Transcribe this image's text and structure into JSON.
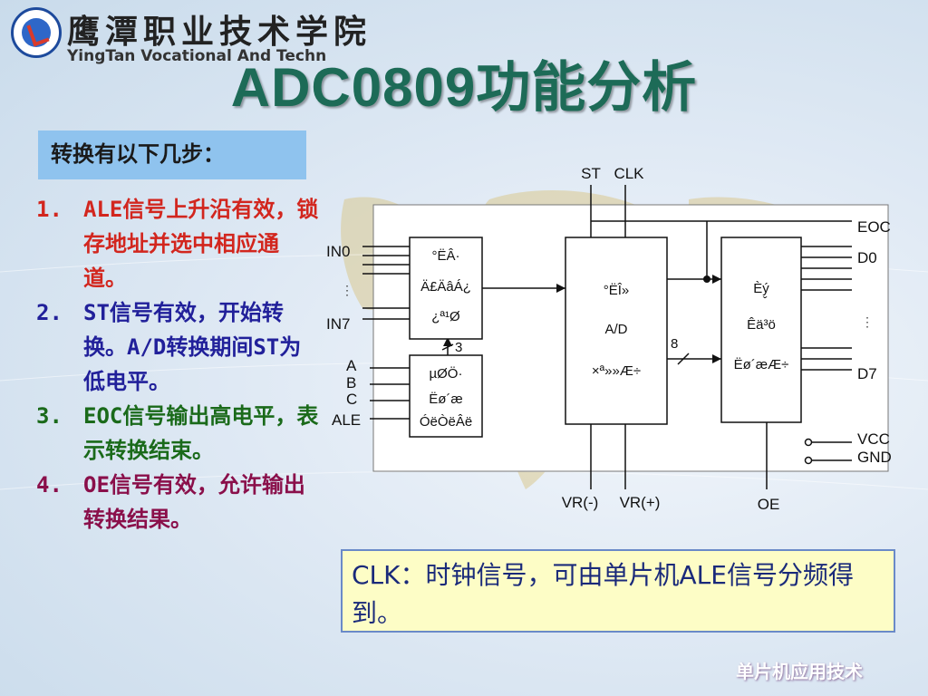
{
  "header": {
    "college_cn": "鹰潭职业技术学院",
    "college_en": "YingTan Vocational And Techn",
    "title": "ADC0809功能分析"
  },
  "steps": {
    "heading": "转换有以下几步：",
    "items": [
      {
        "num": "1.",
        "text": "ALE信号上升沿有效，锁存地址并选中相应通道。",
        "color": "#d2261e"
      },
      {
        "num": "2.",
        "text": "ST信号有效，开始转换。A/D转换期间ST为低电平。",
        "color": "#21209a"
      },
      {
        "num": "3.",
        "text": "EOC信号输出高电平，表示转换结束。",
        "color": "#1a6a1a"
      },
      {
        "num": "4.",
        "text": "OE信号有效，允许输出转换结果。",
        "color": "#8a0f4a"
      }
    ]
  },
  "diagram": {
    "pins": {
      "st": "ST",
      "clk": "CLK",
      "eoc": "EOC",
      "d0": "D0",
      "d7": "D7",
      "in0": "IN0",
      "in7": "IN7",
      "a": "A",
      "b": "B",
      "c": "C",
      "ale": "ALE",
      "vcc": "VCC",
      "gnd": "GND",
      "vrm": "VR(-)",
      "vrp": "VR(+)",
      "oe": "OE"
    },
    "bus_width_3": "3",
    "bus_width_8": "8",
    "blocks": {
      "mux_lines": [
        "°ËÂ·",
        "Ä£ÄâÁ¿",
        "¿ª¹Ø"
      ],
      "latch_lines": [
        "µØÖ·",
        "Ëø´æ",
        "ÓëÒëÂë"
      ],
      "adc_lines": [
        "°ËÎ»",
        "A/D",
        "×ª»»Æ÷"
      ],
      "out_lines": [
        "Èý̬",
        "Êä³ö",
        "Ëø´æÆ÷"
      ]
    }
  },
  "note": {
    "text": "CLK：时钟信号，可由单片机ALE信号分频得到。"
  },
  "footer": {
    "text": "单片机应用技术"
  }
}
